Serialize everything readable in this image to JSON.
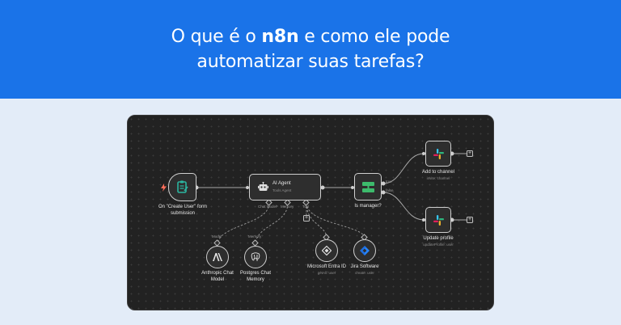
{
  "headline": {
    "pre": "O que é o ",
    "bold": "n8n",
    "post": " e como ele pode",
    "line2": "automatizar suas tarefas?"
  },
  "workflow": {
    "trigger": {
      "label_line1": "On \"Create User\" form",
      "label_line2": "submission",
      "icon": "form-icon"
    },
    "agent": {
      "title": "AI Agent",
      "subtitle": "Tools Agent",
      "icon": "robot-icon",
      "ports": [
        "Chat Model*",
        "Memory",
        "Tool"
      ]
    },
    "switch": {
      "label": "Is manager?",
      "icon": "switch-icon",
      "branch_true": "true",
      "branch_false": "false"
    },
    "add_channel": {
      "label": "Add to channel",
      "sub": "invite: channel",
      "icon": "slack-icon"
    },
    "update_profile": {
      "label": "Update profile",
      "sub": "updateProfile: user",
      "icon": "slack-icon"
    },
    "anthropic": {
      "port_label": "Model",
      "label_line1": "Anthropic Chat",
      "label_line2": "Model",
      "icon": "anthropic-icon"
    },
    "postgres": {
      "port_label": "Memory",
      "label_line1": "Postgres Chat",
      "label_line2": "Memory",
      "icon": "postgres-icon"
    },
    "entra": {
      "label": "Microsoft Entra ID",
      "sub": "getAll: user",
      "icon": "entra-icon"
    },
    "jira": {
      "label": "Jira Software",
      "sub": "create: user",
      "icon": "jira-icon"
    }
  },
  "colors": {
    "banner": "#1a73e8",
    "page_bg": "#e3ecf8",
    "canvas_bg": "#222222",
    "trigger_bolt": "#ff6d5a",
    "form_icon": "#2bb5a0",
    "switch_icon": "#3dbb6c"
  }
}
